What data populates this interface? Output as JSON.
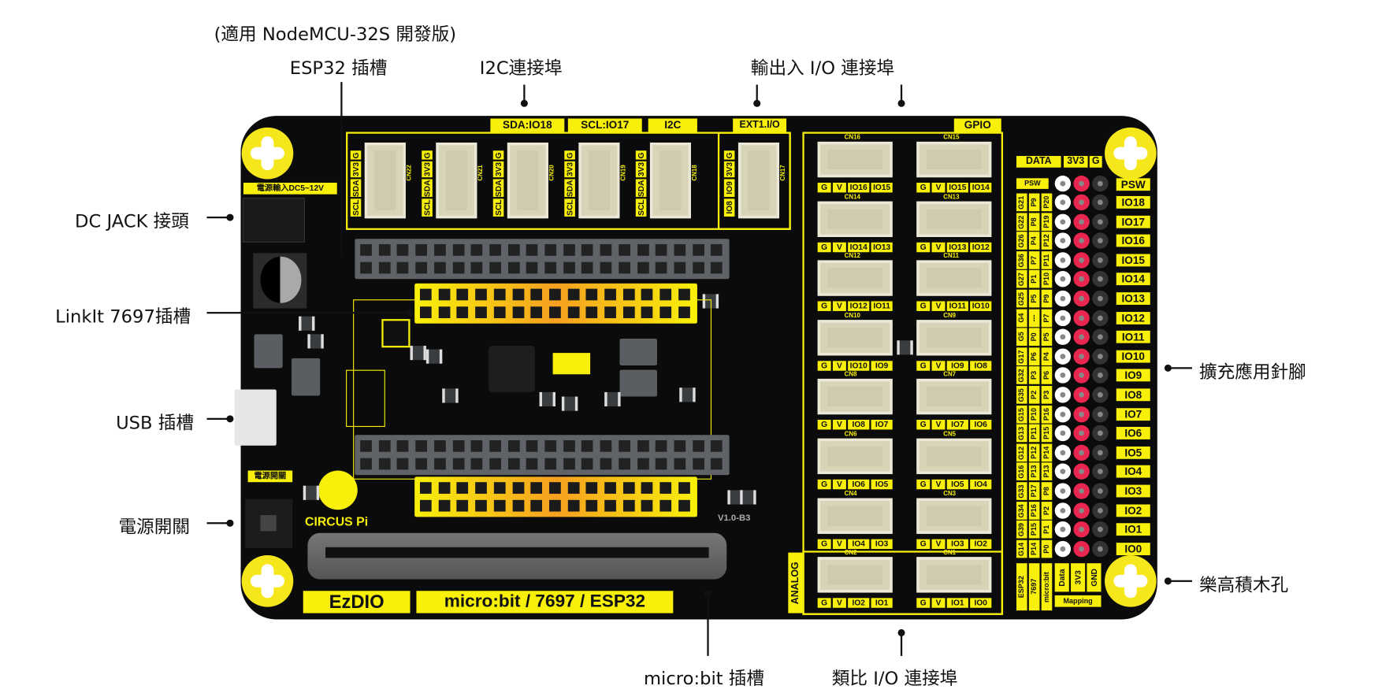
{
  "annotations": {
    "nodemcu_note": "(適用 NodeMCU-32S 開發版)",
    "esp32_slot": "ESP32 插槽",
    "i2c_port": "I2C連接埠",
    "io_port": "輸出入 I/O 連接埠",
    "dc_jack": "DC JACK 接頭",
    "linkit_slot": "LinkIt 7697插槽",
    "usb_slot": "USB 插槽",
    "power_switch": "電源開關",
    "expansion_pins": "擴充應用針腳",
    "lego_holes": "樂高積木孔",
    "microbit_slot": "micro:bit 插槽",
    "analog_port": "類比 I/O 連接埠"
  },
  "board": {
    "power_input_label": "電源輸入DC5~12V",
    "power_switch_label": "電源開關",
    "logo_text": "CIRCUS Pi",
    "version": "V1.0-B3",
    "ezdio": "EzDIO",
    "platforms": "micro:bit / 7697 / ESP32"
  },
  "i2c": {
    "tabs": [
      "SDA:IO18",
      "SCL:IO17",
      "I2C"
    ],
    "connectors": [
      {
        "name": "CN22",
        "pins": [
          "SCL",
          "SDA",
          "3V3",
          "G"
        ]
      },
      {
        "name": "CN21",
        "pins": [
          "SCL",
          "SDA",
          "3V3",
          "G"
        ]
      },
      {
        "name": "CN20",
        "pins": [
          "SCL",
          "SDA",
          "3V3",
          "G"
        ]
      },
      {
        "name": "CN19",
        "pins": [
          "SCL",
          "SDA",
          "3V3",
          "G"
        ]
      },
      {
        "name": "CN18",
        "pins": [
          "SCL",
          "SDA",
          "3V3",
          "G"
        ]
      }
    ]
  },
  "ext": {
    "tab": "EXT1.I/O",
    "connector": {
      "name": "CN17",
      "pins": [
        "IO8",
        "IO9",
        "3V3",
        "G"
      ]
    }
  },
  "gpio": {
    "tab": "GPIO",
    "analog_tab": "ANALOG",
    "left": [
      {
        "name": "CN16",
        "pins": [
          "G",
          "V",
          "IO16",
          "IO15"
        ]
      },
      {
        "name": "CN14",
        "pins": [
          "G",
          "V",
          "IO14",
          "IO13"
        ]
      },
      {
        "name": "CN12",
        "pins": [
          "G",
          "V",
          "IO12",
          "IO11"
        ]
      },
      {
        "name": "CN10",
        "pins": [
          "G",
          "V",
          "IO10",
          "IO9"
        ]
      },
      {
        "name": "CN8",
        "pins": [
          "G",
          "V",
          "IO8",
          "IO7"
        ]
      },
      {
        "name": "CN6",
        "pins": [
          "G",
          "V",
          "IO6",
          "IO5"
        ]
      },
      {
        "name": "CN4",
        "pins": [
          "G",
          "V",
          "IO4",
          "IO3"
        ]
      },
      {
        "name": "CN2",
        "pins": [
          "G",
          "V",
          "IO2",
          "IO1"
        ]
      }
    ],
    "right": [
      {
        "name": "CN15",
        "pins": [
          "G",
          "V",
          "IO15",
          "IO14"
        ]
      },
      {
        "name": "CN13",
        "pins": [
          "G",
          "V",
          "IO13",
          "IO12"
        ]
      },
      {
        "name": "CN11",
        "pins": [
          "G",
          "V",
          "IO11",
          "IO10"
        ]
      },
      {
        "name": "CN9",
        "pins": [
          "G",
          "V",
          "IO9",
          "IO8"
        ]
      },
      {
        "name": "CN7",
        "pins": [
          "G",
          "V",
          "IO7",
          "IO6"
        ]
      },
      {
        "name": "CN5",
        "pins": [
          "G",
          "V",
          "IO5",
          "IO4"
        ]
      },
      {
        "name": "CN3",
        "pins": [
          "G",
          "V",
          "IO3",
          "IO2"
        ]
      },
      {
        "name": "CN1",
        "pins": [
          "G",
          "V",
          "IO1",
          "IO0"
        ]
      }
    ]
  },
  "mapping": {
    "header": [
      "DATA",
      "3V3",
      "G"
    ],
    "psw_left": "PSW",
    "psw_right": "PSW",
    "rows": [
      {
        "io": "IO18",
        "esp32": "G21",
        "l7697": "P9",
        "microbit": "P20"
      },
      {
        "io": "IO17",
        "esp32": "G22",
        "l7697": "P8",
        "microbit": "P19"
      },
      {
        "io": "IO16",
        "esp32": "G26",
        "l7697": "P4",
        "microbit": "P12"
      },
      {
        "io": "IO15",
        "esp32": "G36",
        "l7697": "P7",
        "microbit": "P11"
      },
      {
        "io": "IO14",
        "esp32": "G27",
        "l7697": "P1",
        "microbit": "P10"
      },
      {
        "io": "IO13",
        "esp32": "G25",
        "l7697": "P5",
        "microbit": "P9"
      },
      {
        "io": "IO12",
        "esp32": "G4",
        "l7697": "---",
        "microbit": "P7"
      },
      {
        "io": "IO11",
        "esp32": "G5",
        "l7697": "P0",
        "microbit": "P5"
      },
      {
        "io": "IO10",
        "esp32": "G17",
        "l7697": "P6",
        "microbit": "P4"
      },
      {
        "io": "IO9",
        "esp32": "G32",
        "l7697": "P3",
        "microbit": "P6"
      },
      {
        "io": "IO8",
        "esp32": "G35",
        "l7697": "P2",
        "microbit": "P3"
      },
      {
        "io": "IO7",
        "esp32": "G15",
        "l7697": "P10",
        "microbit": "P16"
      },
      {
        "io": "IO6",
        "esp32": "G13",
        "l7697": "P11",
        "microbit": "P15"
      },
      {
        "io": "IO5",
        "esp32": "G12",
        "l7697": "P12",
        "microbit": "P14"
      },
      {
        "io": "IO4",
        "esp32": "G16",
        "l7697": "P13",
        "microbit": "P13"
      },
      {
        "io": "IO3",
        "esp32": "G33",
        "l7697": "P17",
        "microbit": "P8"
      },
      {
        "io": "IO2",
        "esp32": "G34",
        "l7697": "P16",
        "microbit": "P2"
      },
      {
        "io": "IO1",
        "esp32": "G39",
        "l7697": "P15",
        "microbit": "P1"
      },
      {
        "io": "IO0",
        "esp32": "G14",
        "l7697": "P14",
        "microbit": "P0"
      }
    ],
    "footer": {
      "boards": [
        "ESP32",
        "7697",
        "micro:bit"
      ],
      "pins": [
        "Data",
        "3V3",
        "GND"
      ],
      "title": "Mapping"
    }
  },
  "colors": {
    "pcb": "#0b0b0b",
    "silkscreen": "#f8f00a",
    "data_pin": "#ffffff",
    "power_pin": "#e8264f",
    "gnd_pin": "#333333"
  }
}
